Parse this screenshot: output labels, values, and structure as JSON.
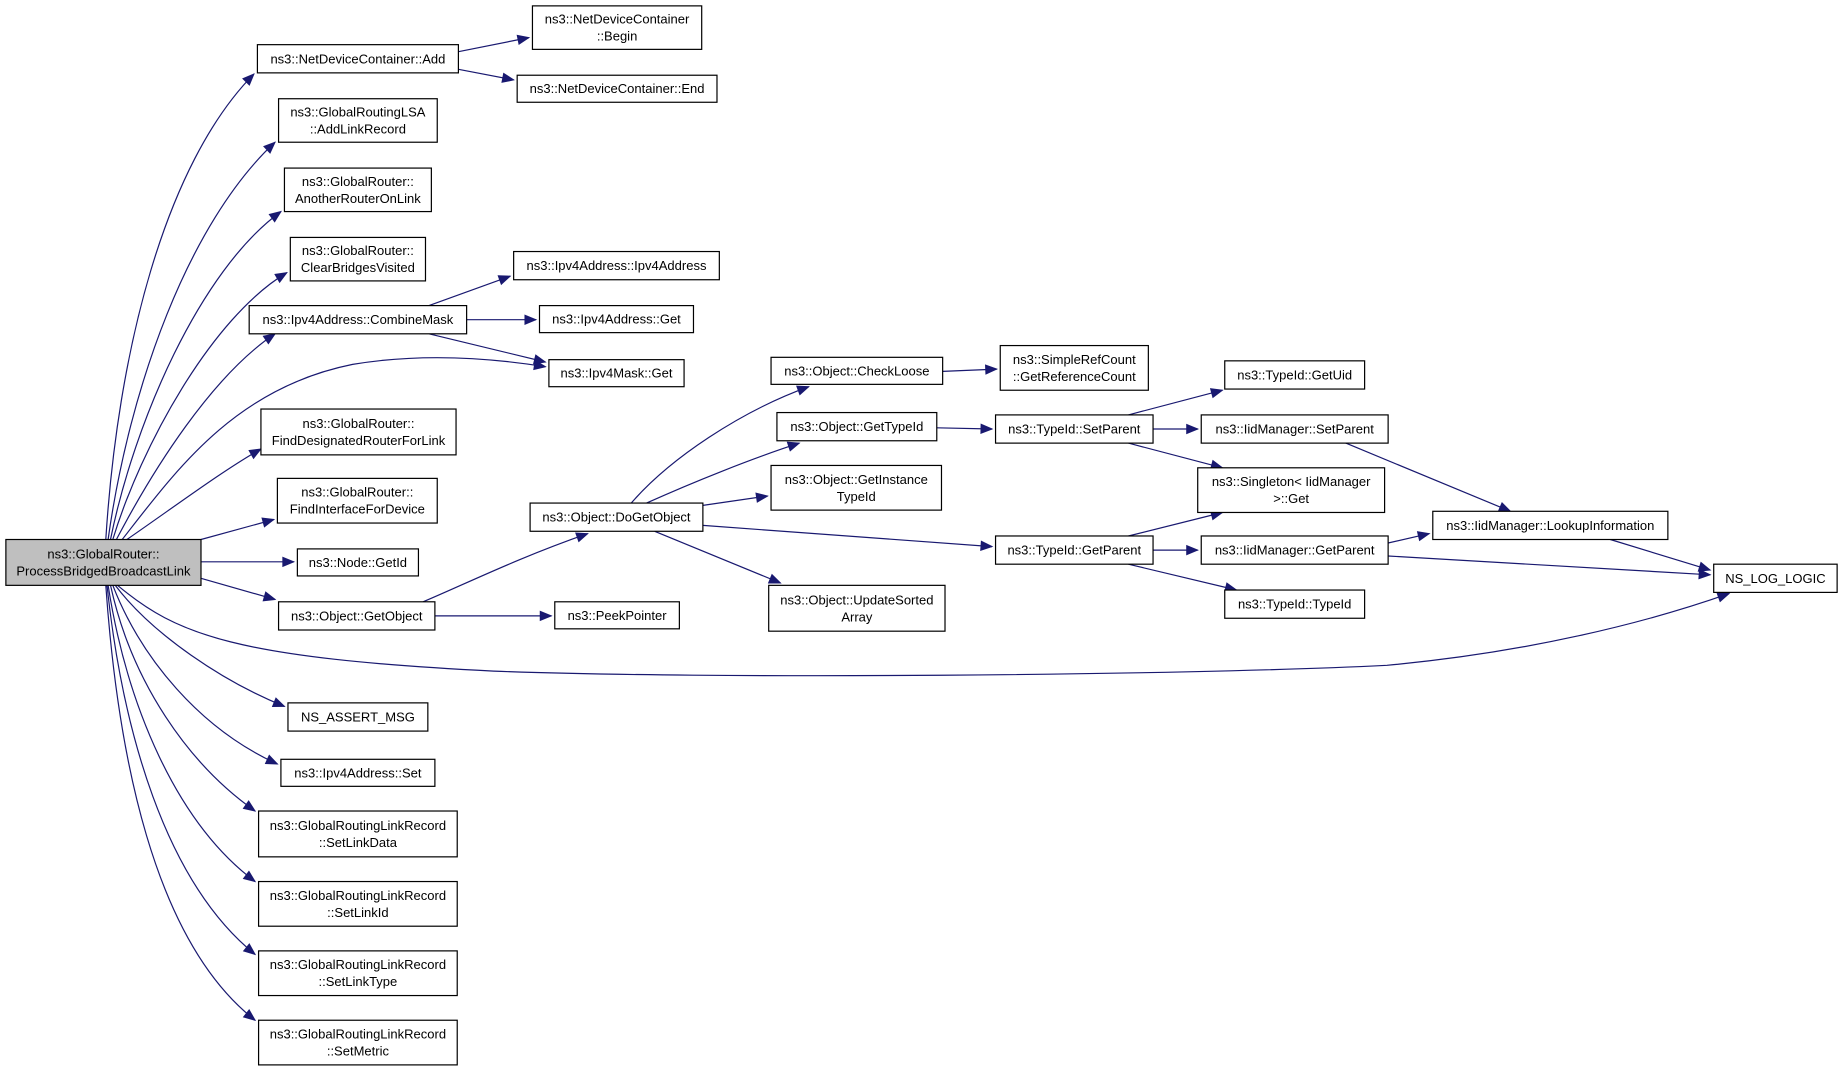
{
  "nodes": [
    {
      "id": "root",
      "lines": [
        "ns3::GlobalRouter::",
        "ProcessBridgedBroadcastLink"
      ],
      "root": true
    },
    {
      "id": "ndc_add",
      "lines": [
        "ns3::NetDeviceContainer::Add"
      ]
    },
    {
      "id": "ndc_begin",
      "lines": [
        "ns3::NetDeviceContainer",
        "::Begin"
      ]
    },
    {
      "id": "ndc_end",
      "lines": [
        "ns3::NetDeviceContainer::End"
      ]
    },
    {
      "id": "grlsa_add",
      "lines": [
        "ns3::GlobalRoutingLSA",
        "::AddLinkRecord"
      ]
    },
    {
      "id": "gr_another",
      "lines": [
        "ns3::GlobalRouter::",
        "AnotherRouterOnLink"
      ]
    },
    {
      "id": "gr_clear",
      "lines": [
        "ns3::GlobalRouter::",
        "ClearBridgesVisited"
      ]
    },
    {
      "id": "ipv4_combine",
      "lines": [
        "ns3::Ipv4Address::CombineMask"
      ]
    },
    {
      "id": "ipv4_ctor",
      "lines": [
        "ns3::Ipv4Address::Ipv4Address"
      ]
    },
    {
      "id": "ipv4_get",
      "lines": [
        "ns3::Ipv4Address::Get"
      ]
    },
    {
      "id": "mask_get",
      "lines": [
        "ns3::Ipv4Mask::Get"
      ]
    },
    {
      "id": "gr_finddr",
      "lines": [
        "ns3::GlobalRouter::",
        "FindDesignatedRouterForLink"
      ]
    },
    {
      "id": "gr_findif",
      "lines": [
        "ns3::GlobalRouter::",
        "FindInterfaceForDevice"
      ]
    },
    {
      "id": "node_getid",
      "lines": [
        "ns3::Node::GetId"
      ]
    },
    {
      "id": "obj_getobject",
      "lines": [
        "ns3::Object::GetObject"
      ]
    },
    {
      "id": "peekpointer",
      "lines": [
        "ns3::PeekPointer"
      ]
    },
    {
      "id": "obj_dogetobject",
      "lines": [
        "ns3::Object::DoGetObject"
      ]
    },
    {
      "id": "obj_checkloose",
      "lines": [
        "ns3::Object::CheckLoose"
      ]
    },
    {
      "id": "src_getref",
      "lines": [
        "ns3::SimpleRefCount",
        "::GetReferenceCount"
      ]
    },
    {
      "id": "obj_gettypeid",
      "lines": [
        "ns3::Object::GetTypeId"
      ]
    },
    {
      "id": "obj_getinst",
      "lines": [
        "ns3::Object::GetInstance",
        "TypeId"
      ]
    },
    {
      "id": "obj_update",
      "lines": [
        "ns3::Object::UpdateSorted",
        "Array"
      ]
    },
    {
      "id": "tid_setparent",
      "lines": [
        "ns3::TypeId::SetParent"
      ]
    },
    {
      "id": "tid_getparent",
      "lines": [
        "ns3::TypeId::GetParent"
      ]
    },
    {
      "id": "tid_getuid",
      "lines": [
        "ns3::TypeId::GetUid"
      ]
    },
    {
      "id": "iid_setparent",
      "lines": [
        "ns3::IidManager::SetParent"
      ]
    },
    {
      "id": "singleton_get",
      "lines": [
        "ns3::Singleton< IidManager",
        ">::Get"
      ]
    },
    {
      "id": "iid_getparent",
      "lines": [
        "ns3::IidManager::GetParent"
      ]
    },
    {
      "id": "tid_typeid",
      "lines": [
        "ns3::TypeId::TypeId"
      ]
    },
    {
      "id": "iid_lookup",
      "lines": [
        "ns3::IidManager::LookupInformation"
      ]
    },
    {
      "id": "ns_log_logic",
      "lines": [
        "NS_LOG_LOGIC"
      ]
    },
    {
      "id": "ns_assert_msg",
      "lines": [
        "NS_ASSERT_MSG"
      ]
    },
    {
      "id": "ipv4_set",
      "lines": [
        "ns3::Ipv4Address::Set"
      ]
    },
    {
      "id": "grlr_setdata",
      "lines": [
        "ns3::GlobalRoutingLinkRecord",
        "::SetLinkData"
      ]
    },
    {
      "id": "grlr_setid",
      "lines": [
        "ns3::GlobalRoutingLinkRecord",
        "::SetLinkId"
      ]
    },
    {
      "id": "grlr_settype",
      "lines": [
        "ns3::GlobalRoutingLinkRecord",
        "::SetLinkType"
      ]
    },
    {
      "id": "grlr_setmetric",
      "lines": [
        "ns3::GlobalRoutingLinkRecord",
        "::SetMetric"
      ]
    }
  ],
  "edges": [
    [
      "root",
      "ndc_add"
    ],
    [
      "root",
      "grlsa_add"
    ],
    [
      "root",
      "gr_another"
    ],
    [
      "root",
      "gr_clear"
    ],
    [
      "root",
      "ipv4_combine"
    ],
    [
      "root",
      "mask_get"
    ],
    [
      "root",
      "gr_finddr"
    ],
    [
      "root",
      "gr_findif"
    ],
    [
      "root",
      "node_getid"
    ],
    [
      "root",
      "obj_getobject"
    ],
    [
      "root",
      "ns_log_logic"
    ],
    [
      "root",
      "ns_assert_msg"
    ],
    [
      "root",
      "ipv4_set"
    ],
    [
      "root",
      "grlr_setdata"
    ],
    [
      "root",
      "grlr_setid"
    ],
    [
      "root",
      "grlr_settype"
    ],
    [
      "root",
      "grlr_setmetric"
    ],
    [
      "ndc_add",
      "ndc_begin"
    ],
    [
      "ndc_add",
      "ndc_end"
    ],
    [
      "ipv4_combine",
      "ipv4_ctor"
    ],
    [
      "ipv4_combine",
      "ipv4_get"
    ],
    [
      "ipv4_combine",
      "mask_get"
    ],
    [
      "obj_getobject",
      "obj_dogetobject"
    ],
    [
      "obj_getobject",
      "peekpointer"
    ],
    [
      "obj_dogetobject",
      "obj_checkloose"
    ],
    [
      "obj_dogetobject",
      "obj_gettypeid"
    ],
    [
      "obj_dogetobject",
      "obj_getinst"
    ],
    [
      "obj_dogetobject",
      "obj_update"
    ],
    [
      "obj_dogetobject",
      "tid_getparent"
    ],
    [
      "obj_checkloose",
      "src_getref"
    ],
    [
      "obj_gettypeid",
      "tid_setparent"
    ],
    [
      "tid_setparent",
      "tid_getuid"
    ],
    [
      "tid_setparent",
      "iid_setparent"
    ],
    [
      "tid_setparent",
      "singleton_get"
    ],
    [
      "tid_getparent",
      "singleton_get"
    ],
    [
      "tid_getparent",
      "iid_getparent"
    ],
    [
      "tid_getparent",
      "tid_typeid"
    ],
    [
      "iid_setparent",
      "iid_lookup"
    ],
    [
      "iid_getparent",
      "iid_lookup"
    ],
    [
      "iid_getparent",
      "ns_log_logic"
    ],
    [
      "iid_lookup",
      "ns_log_logic"
    ]
  ]
}
